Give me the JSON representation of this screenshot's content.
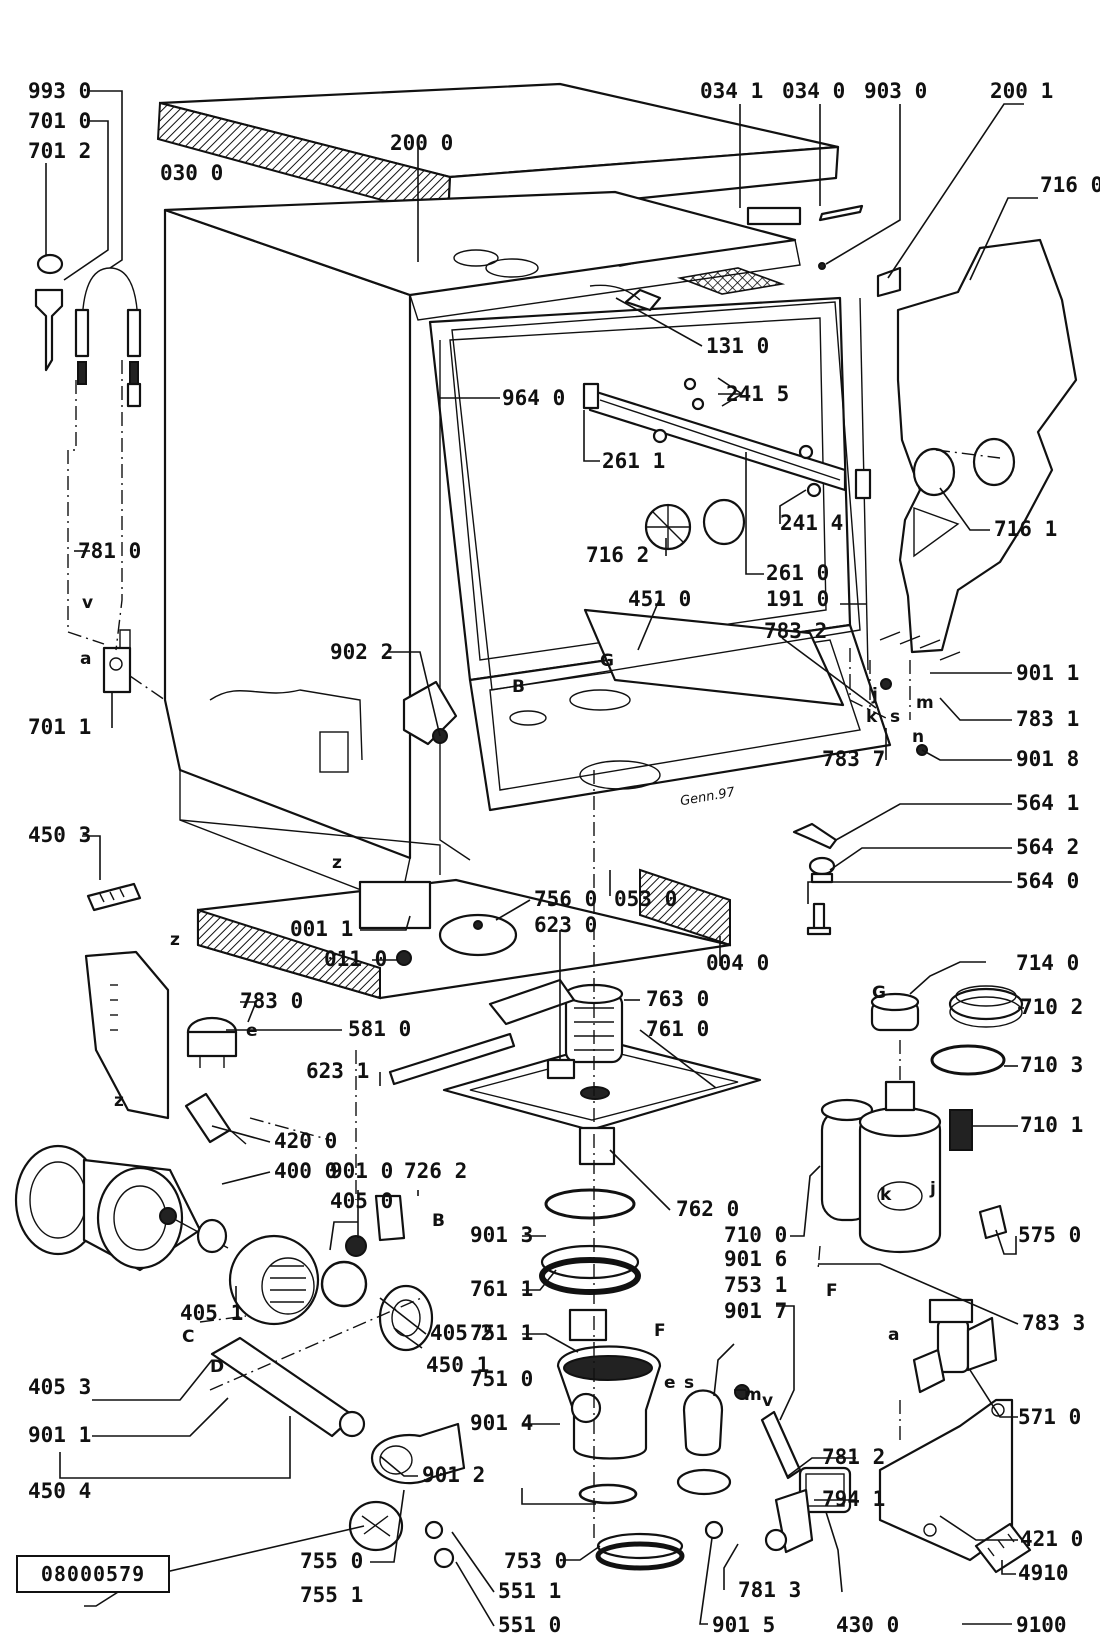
{
  "reference_code": "08000579",
  "date_mark": "Genn.97",
  "callouts": [
    "993 0",
    "701 0",
    "701 2",
    "030 0",
    "200 0",
    "034 1",
    "034 0",
    "903 0",
    "200 1",
    "716 0",
    "131 0",
    "241 5",
    "964 0",
    "261 1",
    "241 4",
    "716 1",
    "716 2",
    "261 0",
    "451 0",
    "191 0",
    "781 0",
    "783 2",
    "902 2",
    "901 1",
    "783 1",
    "701 1",
    "783 7",
    "901 8",
    "564 1",
    "450 3",
    "564 2",
    "564 0",
    "756 0",
    "053 0",
    "623 0",
    "001 1",
    "011 0",
    "004 0",
    "783 0",
    "763 0",
    "714 0",
    "761 0",
    "710 2",
    "581 0",
    "623 1",
    "710 3",
    "710 1",
    "420 0",
    "400 0",
    "762 0",
    "901 0",
    "726 2",
    "405 0",
    "901 3",
    "575 0",
    "710 0",
    "761 1",
    "901 6",
    "405 1",
    "783 3",
    "751 1",
    "753 1",
    "405 2",
    "901 7",
    "571 0",
    "450 1",
    "405 3",
    "901 1",
    "751 0",
    "781 2",
    "901 4",
    "901 2",
    "794 1",
    "450 4",
    "421 0",
    "755 0",
    "753 0",
    "781 3",
    "4910",
    "755 1",
    "551 1",
    "551 0",
    "901 5",
    "430 0",
    "9100"
  ],
  "letters": [
    "v",
    "a",
    "G",
    "B",
    "j",
    "k",
    "s",
    "m",
    "n",
    "z",
    "z",
    "e",
    "z",
    "C",
    "B",
    "D",
    "G",
    "k",
    "j",
    "F",
    "F",
    "e",
    "s",
    "m",
    "v",
    "a"
  ]
}
